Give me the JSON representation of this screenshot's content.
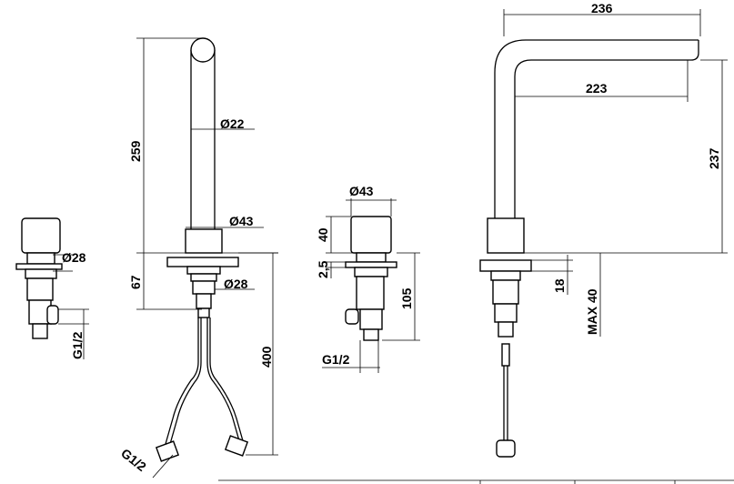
{
  "dimensions": {
    "side_valve_diameter": "Ø28",
    "side_valve_thread": "G1/2",
    "spout_height": "259",
    "spout_diameter": "Ø22",
    "body_diameter": "Ø43",
    "shank_length": "67",
    "shank_diameter": "Ø28",
    "hose_length": "400",
    "hose_thread": "G1/2",
    "handle_diameter": "Ø43",
    "handle_height": "40",
    "flange_thickness": "2,5",
    "valve_length": "105",
    "valve_thread": "G1/2",
    "spout_reach_total": "236",
    "spout_reach_outlet": "223",
    "spout_height_side": "237",
    "base_height": "18",
    "max_deck_thickness": "MAX 40"
  }
}
